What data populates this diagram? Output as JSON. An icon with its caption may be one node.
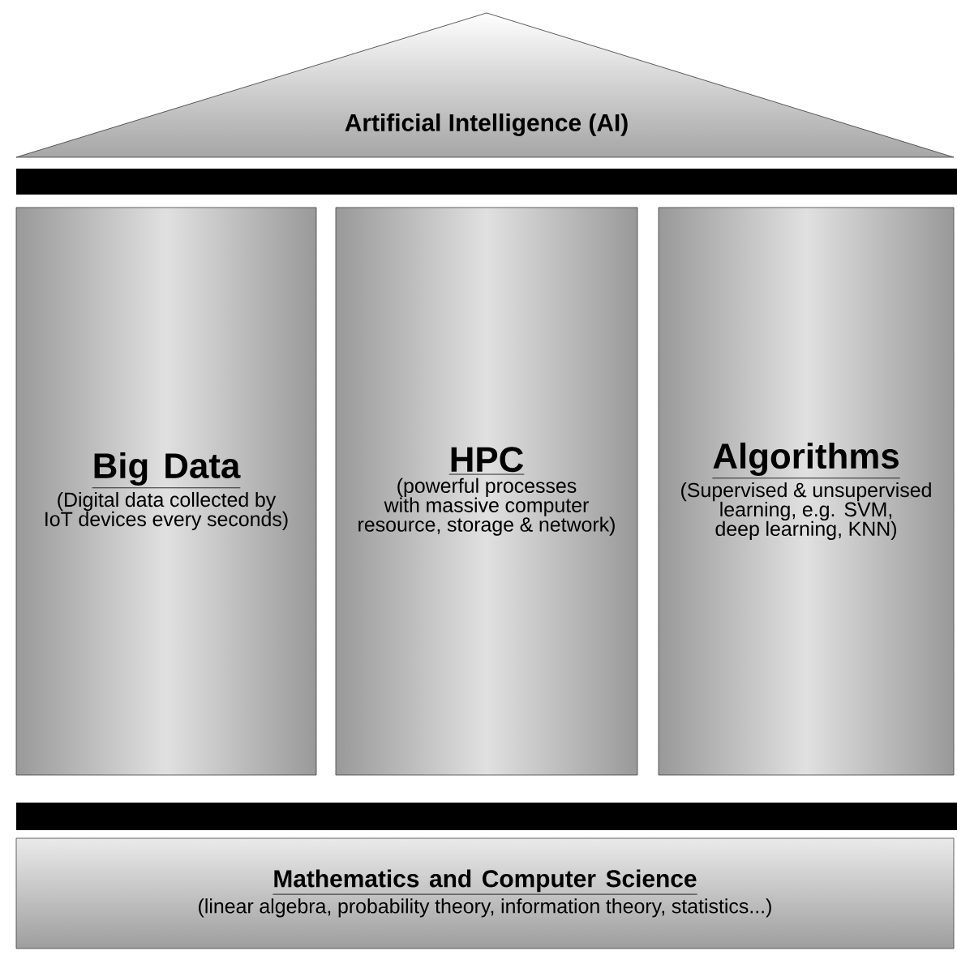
{
  "diagram": {
    "nodes": [
      {
        "text": [
          "Artificial Intelligence (AI)"
        ]
      },
      {
        "text": [],
        "shape": "bar"
      },
      {
        "text": [
          "Big Data",
          "(Digital data collected by IoT devices every seconds)"
        ]
      },
      {
        "text": [
          "HPC",
          "(powerful processes with massive computer resource, storage & network)"
        ]
      },
      {
        "text": [
          "Algorithms",
          "(Supervised & unsupervised learning, e.g. SVM, deep learning, KNN)"
        ]
      },
      {
        "text": [],
        "shape": "bar"
      },
      {
        "text": [
          "Mathematics and Computer Science",
          "(linear algebra, probability theory, information theory, statistics...)"
        ]
      }
    ]
  }
}
